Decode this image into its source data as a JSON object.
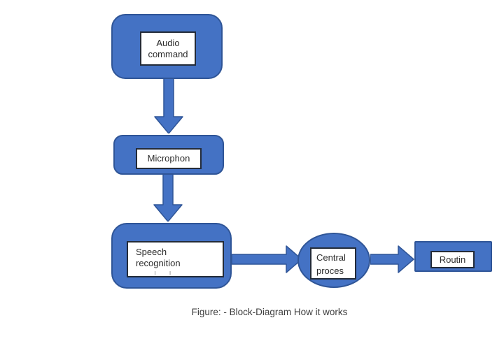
{
  "colors": {
    "shape_fill": "#4472C4",
    "shape_border": "#2F5597",
    "label_box_border": "#232B38",
    "label_text": "#2B2B2B",
    "caption_text": "#3D3D3D",
    "background": "#FFFFFF"
  },
  "diagram": {
    "caption": "Figure: - Block-Diagram How it works",
    "nodes": {
      "audio_command": {
        "shape": "rounded-rectangle",
        "lines": [
          "Audio",
          "command"
        ]
      },
      "microphone": {
        "shape": "rounded-rectangle",
        "lines": [
          "Microphon"
        ]
      },
      "speech_recognition": {
        "shape": "rounded-rectangle",
        "lines": [
          "Speech",
          "recognition"
        ],
        "clipped_marks": "| |"
      },
      "central_process": {
        "shape": "ellipse",
        "lines": [
          "Central",
          "proces"
        ]
      },
      "routine": {
        "shape": "rectangle",
        "lines": [
          "Routin"
        ]
      }
    },
    "connections": [
      {
        "from": "audio_command",
        "to": "microphone",
        "direction": "down"
      },
      {
        "from": "microphone",
        "to": "speech_recognition",
        "direction": "down"
      },
      {
        "from": "speech_recognition",
        "to": "central_process",
        "direction": "right"
      },
      {
        "from": "central_process",
        "to": "routine",
        "direction": "right"
      }
    ]
  }
}
